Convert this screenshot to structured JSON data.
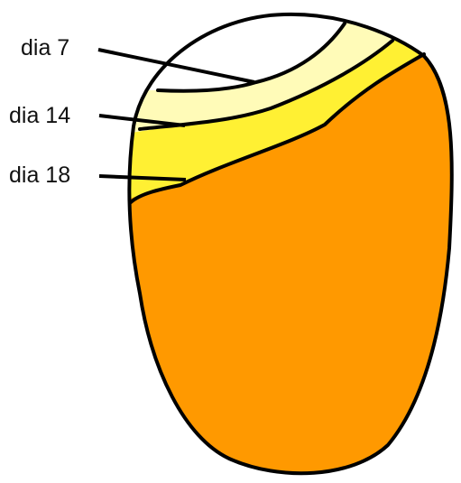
{
  "labels": {
    "day7": "dia 7",
    "day14": "dia 14",
    "day18": "dia 18"
  },
  "colors": {
    "outline": "#000000",
    "yolk": "#FF9900",
    "yellow_band": "#FFF033",
    "pale_band": "#FFFBB8",
    "air_cell": "#FFFFFF"
  }
}
